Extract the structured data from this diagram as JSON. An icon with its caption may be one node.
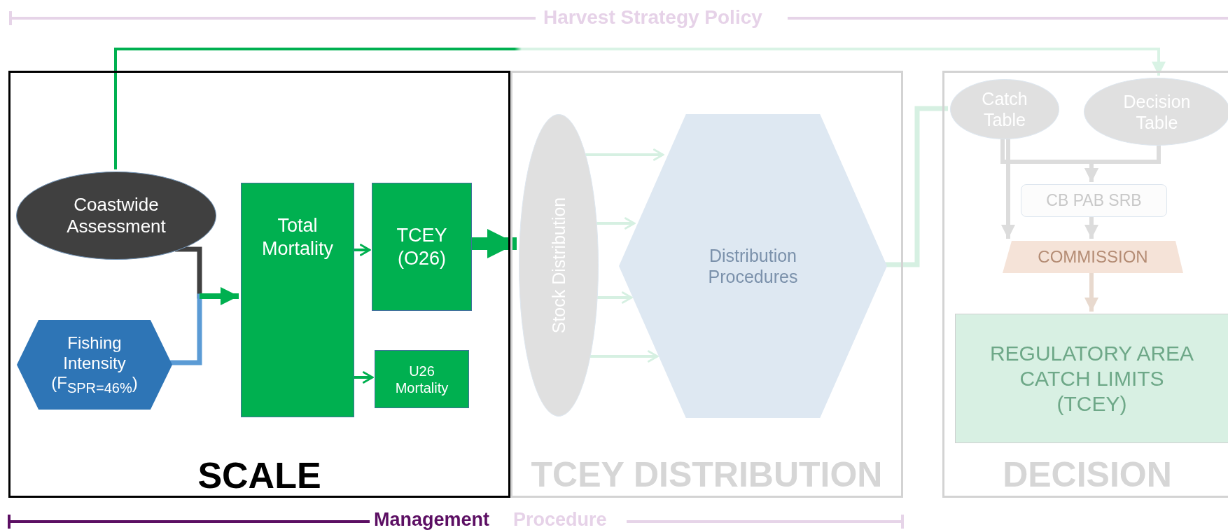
{
  "diagram": {
    "nodes": [
      {
        "text": [
          "SCALE"
        ]
      },
      {
        "text": [
          "TCEY DISTRIBUTION"
        ]
      },
      {
        "text": [
          "DECISION"
        ]
      },
      {
        "text": [
          "Coastwide Assessment"
        ],
        "in": 0
      },
      {
        "text": [
          "Fishing Intensity (F$_{SPR=46%}$)"
        ],
        "in": 0
      },
      {
        "text": [
          "Total Mortality"
        ],
        "in": 0
      },
      {
        "text": [
          "TCEY (O26)"
        ],
        "in": 0
      },
      {
        "text": [
          "U26 Mortality"
        ],
        "in": 0
      },
      {
        "text": [
          "Stock Distribution"
        ],
        "in": 1
      },
      {
        "text": [
          "Distribution Procedures"
        ],
        "in": 1
      },
      {
        "text": [
          "Catch Table"
        ],
        "in": 2
      },
      {
        "text": [
          "Decision Table"
        ],
        "in": 2
      },
      {
        "text": [
          "CB PAB SRB"
        ],
        "in": 2
      },
      {
        "text": [
          "COMMISSION"
        ],
        "in": 2
      },
      {
        "text": [
          "REGULATORY AREA CATCH LIMITS (TCEY)"
        ],
        "in": 2
      }
    ],
    "edges": [
      {
        "from": 3,
        "to": 11,
        "arrow": "to",
        "color": "#00b050"
      },
      {
        "from": 3,
        "to": 5,
        "arrow": "to",
        "color": "#404040"
      },
      {
        "from": 4,
        "to": 5,
        "arrow": "to",
        "color": "#5b9bd5"
      },
      {
        "from": 5,
        "to": 6,
        "arrow": "to",
        "color": "#00b050"
      },
      {
        "from": 5,
        "to": 7,
        "arrow": "to",
        "color": "#00b050"
      },
      {
        "from": 6,
        "to": 8,
        "arrow": "to",
        "style": "thick",
        "color": "#00b050"
      },
      {
        "from": 8,
        "to": 9,
        "arrow": "to"
      },
      {
        "from": 8,
        "to": 9,
        "arrow": "to"
      },
      {
        "from": 8,
        "to": 9,
        "arrow": "to"
      },
      {
        "from": 8,
        "to": 9,
        "arrow": "to"
      },
      {
        "from": 9,
        "to": 10,
        "arrow": "none"
      },
      {
        "from": 10,
        "to": 12,
        "arrow": "to",
        "color": "#dcdcdc"
      },
      {
        "from": 11,
        "to": 12,
        "arrow": "to",
        "color": "#dcdcdc"
      },
      {
        "from": 10,
        "to": 13,
        "arrow": "to",
        "color": "#dcdcdc"
      },
      {
        "from": 12,
        "to": 13,
        "arrow": "to",
        "color": "#dcdcdc"
      },
      {
        "from": 13,
        "to": 14,
        "arrow": "to",
        "color": "#e8d9ce"
      }
    ],
    "labels": [
      "Harvest Strategy Policy",
      "Management",
      "Procedure"
    ]
  }
}
